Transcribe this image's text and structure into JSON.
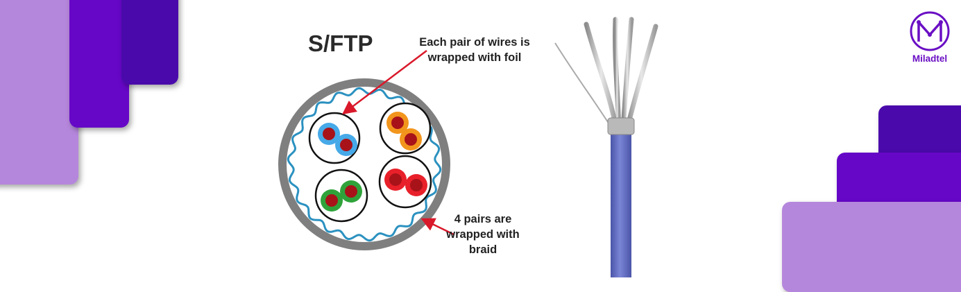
{
  "diagram": {
    "title": "S/FTP",
    "callout_foil": "Each pair of wires is wrapped with foil",
    "callout_braid": "4 pairs are wrapped with braid",
    "pair_colors": [
      "#46a9e8",
      "#f2951c",
      "#2fa33a",
      "#e8202a"
    ],
    "conductor_color": "#a81219",
    "jacket_color": "#7f7f7f",
    "braid_color": "#2b91c0",
    "arrow_color": "#d9182a"
  },
  "cable": {
    "jacket_color": "#6a75c8"
  },
  "brand": {
    "name": "Miladtel",
    "accent": "#6a0fc4"
  },
  "decor": {
    "dark_purple": "#4a0aab",
    "mid_purple": "#6607c7",
    "light_purple": "#b587dc"
  }
}
